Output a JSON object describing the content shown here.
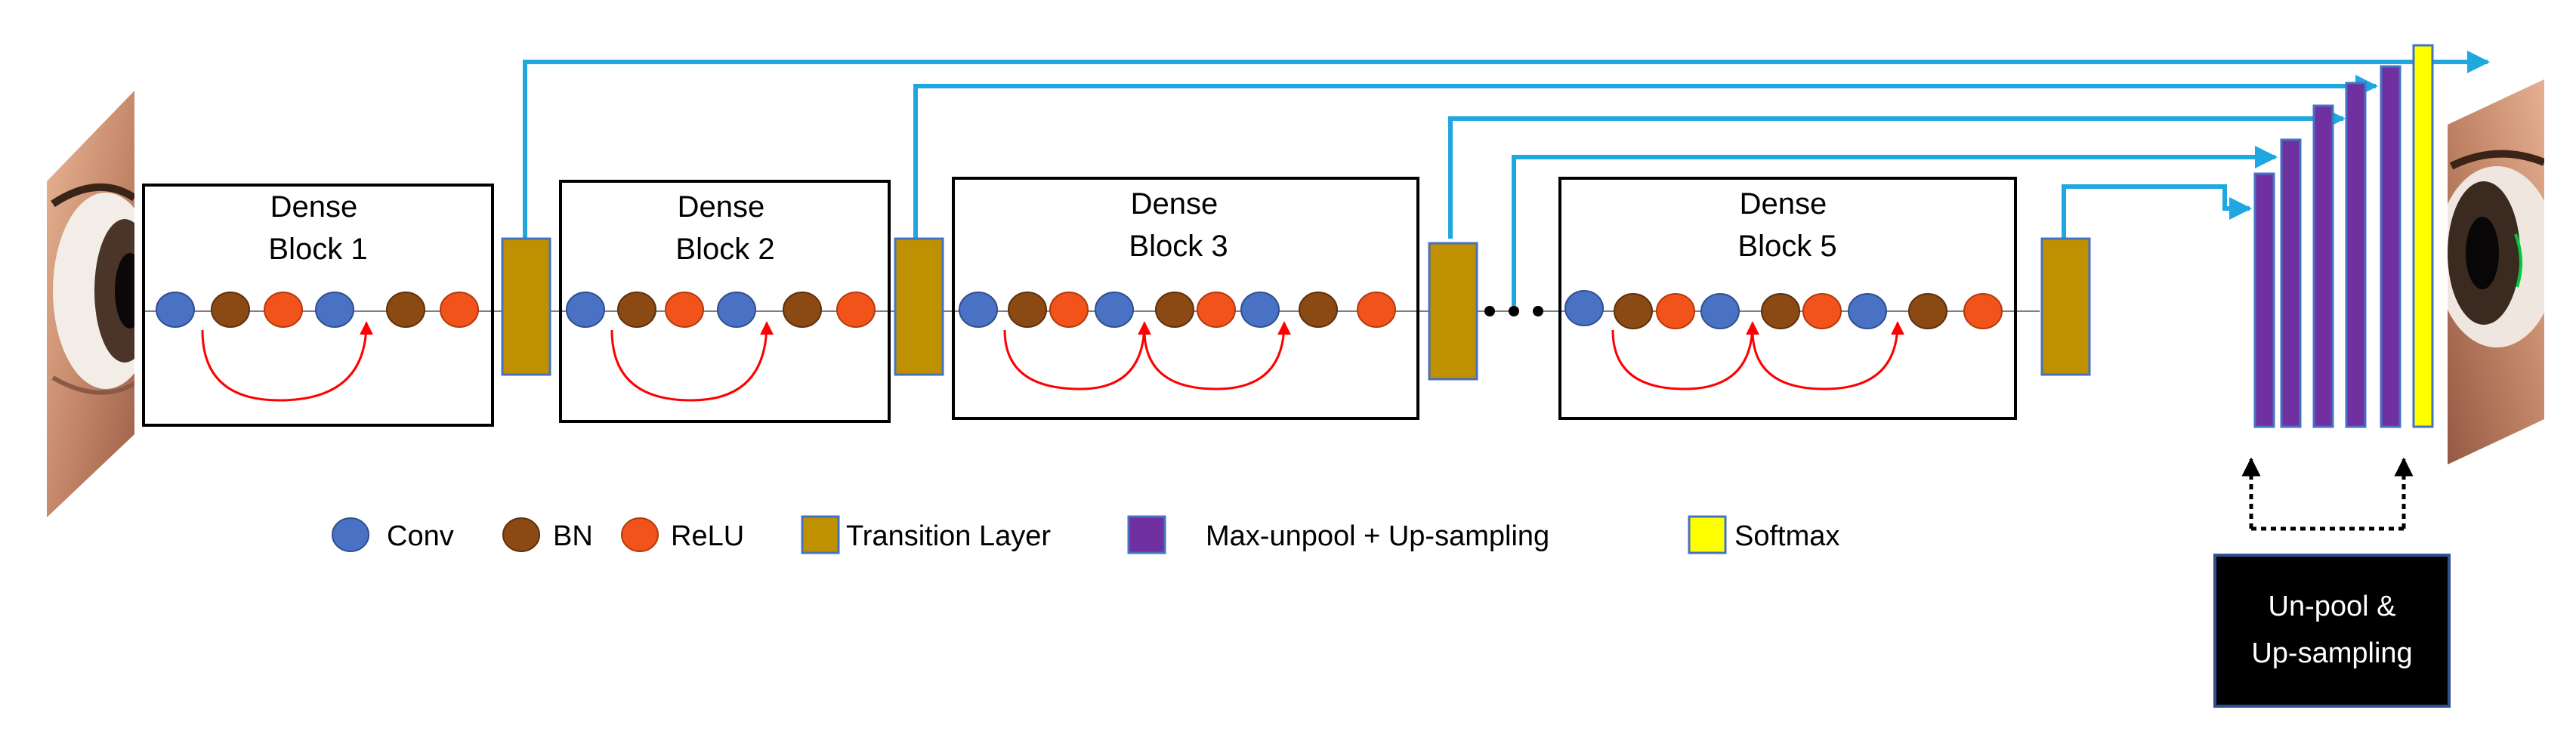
{
  "blocks": [
    {
      "title_line1": "Dense",
      "title_line2": "Block 1"
    },
    {
      "title_line1": "Dense",
      "title_line2": "Block 2"
    },
    {
      "title_line1": "Dense",
      "title_line2": "Block 3"
    },
    {
      "title_line1": "Dense",
      "title_line2": "Block 5"
    }
  ],
  "legend": {
    "conv": "Conv",
    "bn": "BN",
    "relu": "ReLU",
    "transition": "Transition Layer",
    "upsample": "Max-unpool + Up-sampling",
    "softmax": "Softmax"
  },
  "decoder_caption": {
    "line1": "Un-pool &",
    "line2": "Up-sampling"
  },
  "colors": {
    "conv": "#4a72c4",
    "bn": "#8b4a14",
    "relu": "#f2531a",
    "transition": "#bf9000",
    "upsample": "#7030a0",
    "softmax": "#ffff00",
    "skip_connection": "#1fa8e0",
    "dense_connection": "#ff0000",
    "caption_box": "#000000"
  }
}
